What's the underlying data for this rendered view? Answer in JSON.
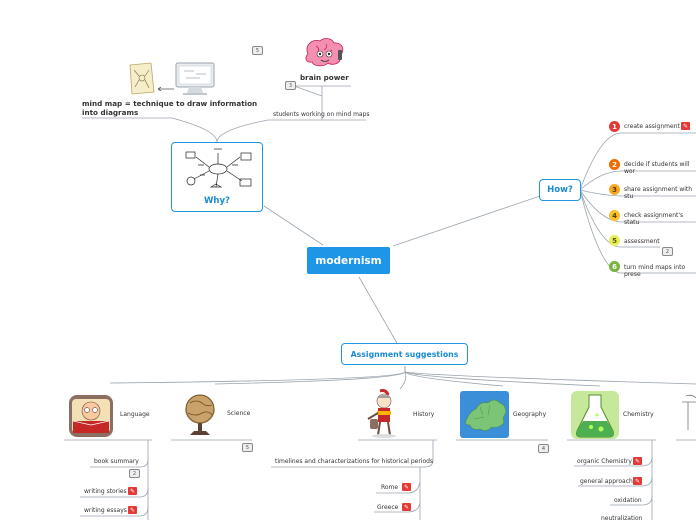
{
  "central": {
    "label": "modernism"
  },
  "why": {
    "label": "Why?",
    "children": {
      "mindmap_def": "mind map = technique to draw information into diagrams",
      "brain_power": "brain power",
      "students_working": "students working on mind maps",
      "badge_top": "5",
      "badge_brain": "3"
    }
  },
  "how": {
    "label": "How?",
    "steps": [
      {
        "num": "1",
        "text": "create assignment",
        "color": "#e53935"
      },
      {
        "num": "2",
        "text": "decide if students will wor",
        "color": "#ef6c00"
      },
      {
        "num": "3",
        "text": "share assignment with stu",
        "color": "#f9a825"
      },
      {
        "num": "4",
        "text": "check assignment's statu",
        "color": "#fbc02d"
      },
      {
        "num": "5",
        "text": "assessment",
        "color": "#cddc39",
        "badge": "2"
      },
      {
        "num": "6",
        "text": "turn mind maps into prese",
        "color": "#7cb342"
      }
    ]
  },
  "assignments": {
    "label": "Assignment suggestions",
    "subjects": {
      "language": {
        "label": "Language",
        "items": [
          "book summary",
          "writing stories",
          "writing essays"
        ],
        "badge": "2"
      },
      "science": {
        "label": "Science",
        "badge": "5"
      },
      "history": {
        "label": "History",
        "headline": "timelines and characterizations for historical periods",
        "items": [
          "Rome",
          "Greece"
        ]
      },
      "geography": {
        "label": "Geography",
        "badge": "4"
      },
      "chemistry": {
        "label": "Chemistry",
        "items": [
          "organic Chemistry",
          "general approach",
          "oxidation",
          "neutralization"
        ]
      }
    }
  },
  "colors": {
    "accent": "#2196e3",
    "central_bg": "#1e96e8",
    "line": "#9aa4ad"
  }
}
